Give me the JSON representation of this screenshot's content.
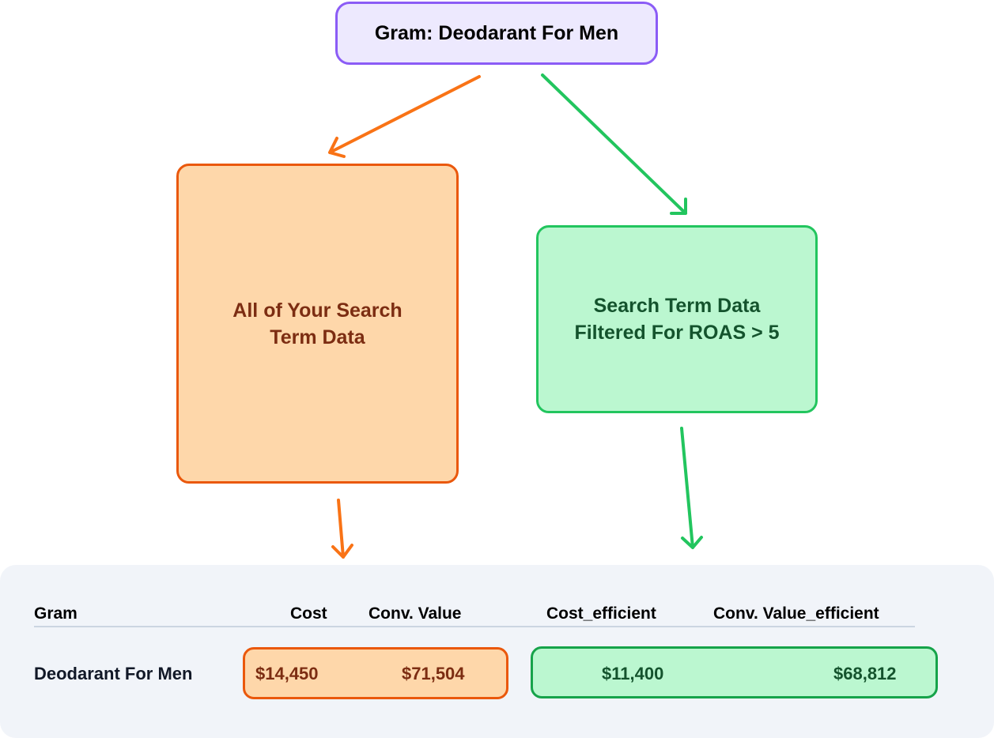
{
  "nodes": {
    "root": "Gram: Deodarant For Men",
    "all_data": [
      "All of Your Search",
      "Term Data"
    ],
    "filtered": [
      "Search Term Data",
      "Filtered For ROAS > 5"
    ]
  },
  "table": {
    "headers": [
      "Gram",
      "Cost",
      "Conv. Value",
      "Cost_efficient",
      "Conv. Value_efficient"
    ],
    "row": {
      "gram": "Deodarant For Men",
      "cost": "$14,450",
      "conv_value": "$71,504",
      "cost_efficient": "$11,400",
      "conv_value_efficient": "$68,812"
    }
  },
  "colors": {
    "root_border": "#8b5cf6",
    "orange": "#ea580c",
    "green": "#22c55e"
  }
}
